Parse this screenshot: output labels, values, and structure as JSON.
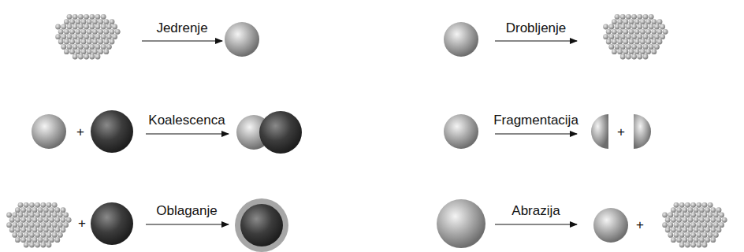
{
  "diagram": {
    "labels": [
      "Jedrenje",
      "Drobljenje",
      "+",
      "Koalescenca",
      "+",
      "Fragmentacija",
      "+",
      "Oblaganje",
      "+",
      "Abrazija"
    ]
  }
}
